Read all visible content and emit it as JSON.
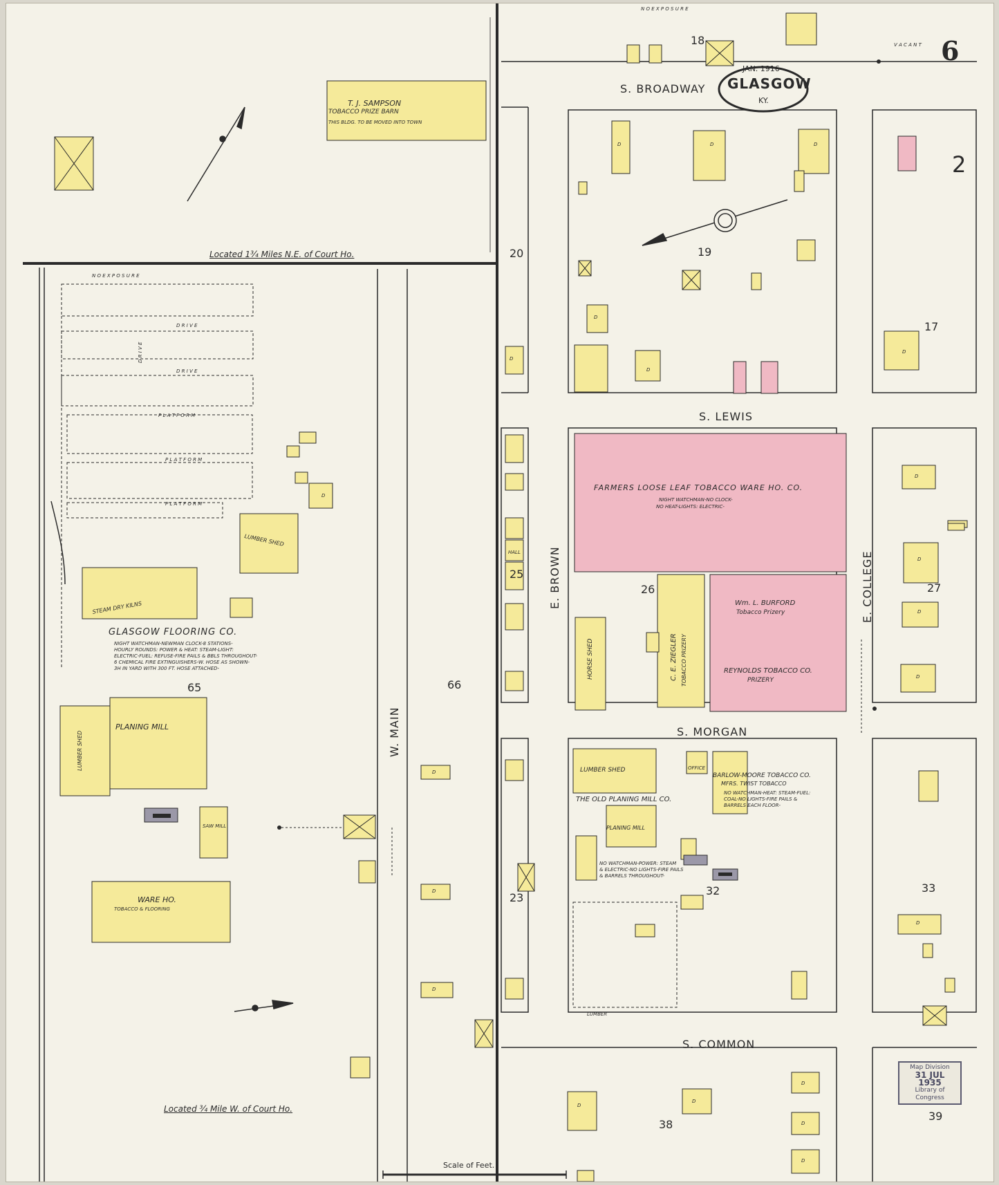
{
  "header": {
    "sheet_number": "6",
    "city": "GLASGOW",
    "date": "JAN. 1916",
    "state": "KY."
  },
  "streets": {
    "broadway": "S. BROADWAY",
    "lewis": "S. LEWIS",
    "morgan": "S. MORGAN",
    "common": "S. COMMON",
    "brown": "E. BROWN",
    "college": "E. COLLEGE",
    "main": "W. MAIN"
  },
  "blocks": [
    "18",
    "2",
    "20",
    "19",
    "17",
    "25",
    "26",
    "27",
    "65",
    "66",
    "23",
    "32",
    "33",
    "38",
    "39"
  ],
  "notes": {
    "located_ne": "Located 1¾ Miles N.E. of Court Ho.",
    "located_w": "Located ¾ Mile W. of Court Ho.",
    "no_exposure": "N O   E X P O S U R E",
    "vacant": "V A C A N T",
    "scale": "Scale of Feet."
  },
  "buildings": {
    "sampson_1": "T. J. SAMPSON",
    "sampson_2": "TOBACCO PRIZE BARN",
    "sampson_3": "THIS BLDG. TO BE MOVED INTO TOWN",
    "farmers": "FARMERS LOOSE LEAF TOBACCO WARE HO. CO.",
    "farmers_note": "NIGHT WATCHMAN-NO CLOCK-",
    "farmers_note2": "NO HEAT-LIGHTS: ELECTRIC-",
    "burford_1": "Wm. L. BURFORD",
    "burford_2": "Tobacco Prizery",
    "reynolds_1": "REYNOLDS TOBACCO CO.",
    "reynolds_2": "PRIZERY",
    "ziegler_1": "C. E. ZIEGLER",
    "ziegler_2": "TOBACCO PRIZERY",
    "horse_shed": "HORSE SHED",
    "glasgow_flooring": "GLASGOW FLOORING CO.",
    "flooring_note_1": "NIGHT WATCHMAN-NEWMAN CLOCK-8 STATIONS-",
    "flooring_note_2": "HOURLY ROUNDS: POWER & HEAT: STEAM-LIGHT:",
    "flooring_note_3": "ELECTRIC-FUEL: REFUSE-FIRE PAILS & BBLS THROUGHOUT-",
    "flooring_note_4": "6 CHEMICAL FIRE EXTINGUISHERS-W. HOSE AS SHOWN-",
    "flooring_note_5": "3H IN YARD WITH 300 FT. HOSE ATTACHED-",
    "planing_mill": "PLANING MILL",
    "lumber_shed": "LUMBER SHED",
    "ware_ho": "WARE HO.",
    "ware_ho_2": "TOBACCO & FLOORING",
    "saw_mill": "SAW MILL",
    "steam_dry_kilns": "STEAM DRY KILNS",
    "old_planing_mill": "THE OLD PLANING MILL CO.",
    "old_note_1": "NO WATCHMAN-POWER: STEAM",
    "old_note_2": "& ELECTRIC-NO LIGHTS-FIRE PAILS",
    "old_note_3": "& BARRELS THROUGHOUT-",
    "barlow_1": "BARLOW-MOORE TOBACCO CO.",
    "barlow_2": "MFRS. TWIST TOBACCO",
    "barlow_note_1": "NO WATCHMAN-HEAT: STEAM-FUEL:",
    "barlow_note_2": "COAL-NO LIGHTS-FIRE PAILS &",
    "barlow_note_3": "BARRELS EACH FLOOR-",
    "lumber": "LUMBER",
    "drive": "D R I V E",
    "platform": "P L A T F O R M",
    "office": "OFFICE",
    "hall": "HALL",
    "dwelling": "D"
  },
  "stamp": {
    "line1": "Map Division",
    "line2": "31 JUL 1935",
    "line3": "Library of Congress"
  },
  "colors": {
    "paper": "#f4f2e8",
    "frame": "#d9d6cc",
    "frame_building": "#f5ea9a",
    "brick_building": "#f0b9c4",
    "ink": "#2a2a2a"
  }
}
